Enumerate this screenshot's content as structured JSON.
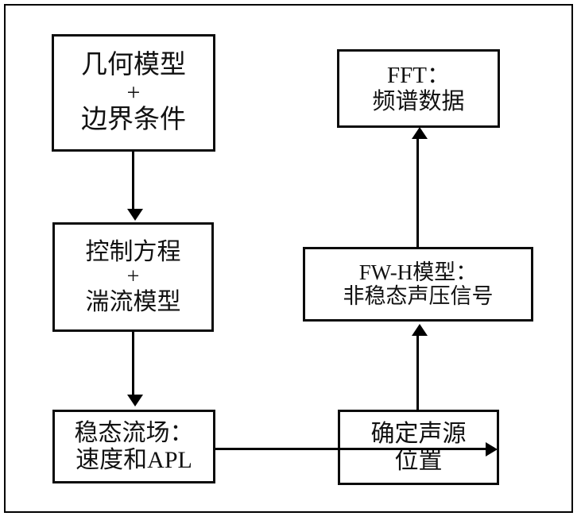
{
  "diagram": {
    "title": "CFD Aeroacoustic Simulation Flowchart",
    "type": "flowchart",
    "border_color": "#000000",
    "background_color": "#ffffff",
    "nodes": [
      {
        "id": "geometry",
        "lines": [
          "几何模型",
          "+",
          "边界条件"
        ]
      },
      {
        "id": "governing",
        "lines": [
          "控制方程",
          "+",
          "湍流模型"
        ]
      },
      {
        "id": "steady",
        "lines": [
          "稳态流场：",
          "速度和APL"
        ]
      },
      {
        "id": "source",
        "lines": [
          "确定声源",
          "位置"
        ]
      },
      {
        "id": "fwh",
        "lines": [
          "FW-H模型：",
          "非稳态声压信号"
        ]
      },
      {
        "id": "fft",
        "lines": [
          "FFT：",
          "频谱数据"
        ]
      }
    ],
    "edges": [
      {
        "id": "edge1",
        "from": "geometry",
        "to": "governing",
        "direction": "down"
      },
      {
        "id": "edge2",
        "from": "governing",
        "to": "steady",
        "direction": "down"
      },
      {
        "id": "edge3",
        "from": "steady",
        "to": "source",
        "direction": "right"
      },
      {
        "id": "edge4",
        "from": "source",
        "to": "fwh",
        "direction": "up"
      },
      {
        "id": "edge5",
        "from": "fwh",
        "to": "fft",
        "direction": "up"
      }
    ]
  }
}
